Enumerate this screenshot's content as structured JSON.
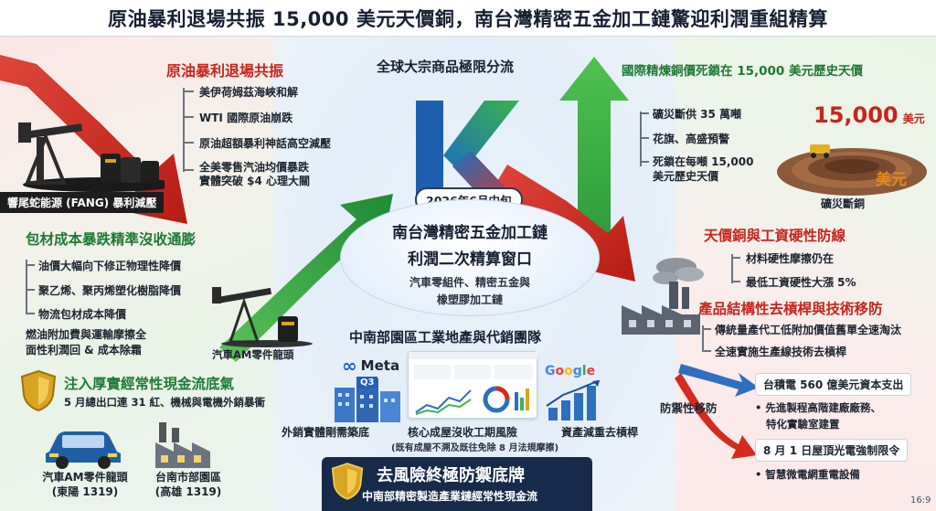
{
  "title": "原油暴利退場共振 15,000 美元天價銅，南台灣精密五金加工鏈驚迎利潤重組精算",
  "center": {
    "heading": "全球大宗商品極限分流",
    "k_letter": "K",
    "date": "2026年6月中旬",
    "oval_title_1": "南台灣精密五金加工鏈",
    "oval_title_2": "利潤二次精算窗口",
    "oval_sub_1": "汽車零組件、精密五金與",
    "oval_sub_2": "橡塑膠加工鏈"
  },
  "oil": {
    "title": "原油暴利退場共振",
    "items": [
      "美伊荷姆茲海峽和解",
      "WTI 國際原油崩跌",
      "原油超額暴利神話高空減壓"
    ],
    "item_last_1": "全美零售汽油均價暴跌",
    "item_last_2": "實體突破 $4 心理大關",
    "caption": "響尾蛇能源 (FANG) 暴利減壓"
  },
  "packaging": {
    "title": "包材成本暴跌精準沒收通膨",
    "items": [
      "油價大幅向下修正物理性降價",
      "聚乙烯、聚丙烯塑化樹脂降價",
      "物流包材成本降價"
    ],
    "note_1": "燃油附加費與運輸摩擦全",
    "note_2": "面性利潤回 & 成本除霜",
    "pump_caption": "汽車AM零件龍頭"
  },
  "cashflow": {
    "title": "注入厚實經常性現金流底氣",
    "sub": "5 月總出口連 31 紅、機械與電機外銷暴衝",
    "car_caption_1": "汽車AM零件龍頭",
    "car_caption_2": "(東陽 1319)",
    "factory_caption_1": "台南市部園區",
    "factory_caption_2": "(高雄 1319)"
  },
  "copper": {
    "title": "國際精煉銅價死鎖在 15,000 美元歷史天價",
    "items": [
      "礦災斷供 35 萬噸",
      "花旗、高盛預警"
    ],
    "item_last_1": "死鎖在每噸 15,000",
    "item_last_2": "美元歷史天價",
    "price": "15,000",
    "price_unit": "美元",
    "mine_label": "美元",
    "mine_caption": "礦災斷銅"
  },
  "defense": {
    "title": "天價銅與工資硬性防線",
    "items": [
      "材料硬性摩擦仍在",
      "最低工資硬性大漲 5%"
    ]
  },
  "structure": {
    "title": "產品結構性去槓桿與技術移防",
    "items": [
      "傳統量產代工低附加價值舊單全速淘汰",
      "全速實施生產線技術去槓桿"
    ],
    "side_label": "防禦性移防",
    "tsmc_title": "台積電 560 億美元資本支出",
    "tsmc_b1": "• 先進製程高階建廠廠務、",
    "tsmc_b2": "特化實驗室建置",
    "solar_title": "8 月 1 日屋頂光電強制限令",
    "solar_b1": "• 智慧微電網重電設備"
  },
  "central": {
    "title": "中南部園區工業地產與代銷團隊",
    "meta": "Meta",
    "q3": "Q3",
    "google": "Google",
    "cap1": "外銷實體剛需築底",
    "cap2": "核心成屋沒收工期風險",
    "cap2_sub": "(既有成屋不溯及既往免除 8 月法規摩擦)",
    "cap3": "資產減重去槓桿"
  },
  "bottom": {
    "title": "去風險終極防禦底牌",
    "sub": "中南部精密製造產業鏈經常性現金流"
  },
  "ratio": "16:9",
  "colors": {
    "red": "#d62a1f",
    "green": "#2f9e3f",
    "navy": "#162a4a",
    "gold": "#d9a520",
    "blue": "#2f6fc0"
  }
}
